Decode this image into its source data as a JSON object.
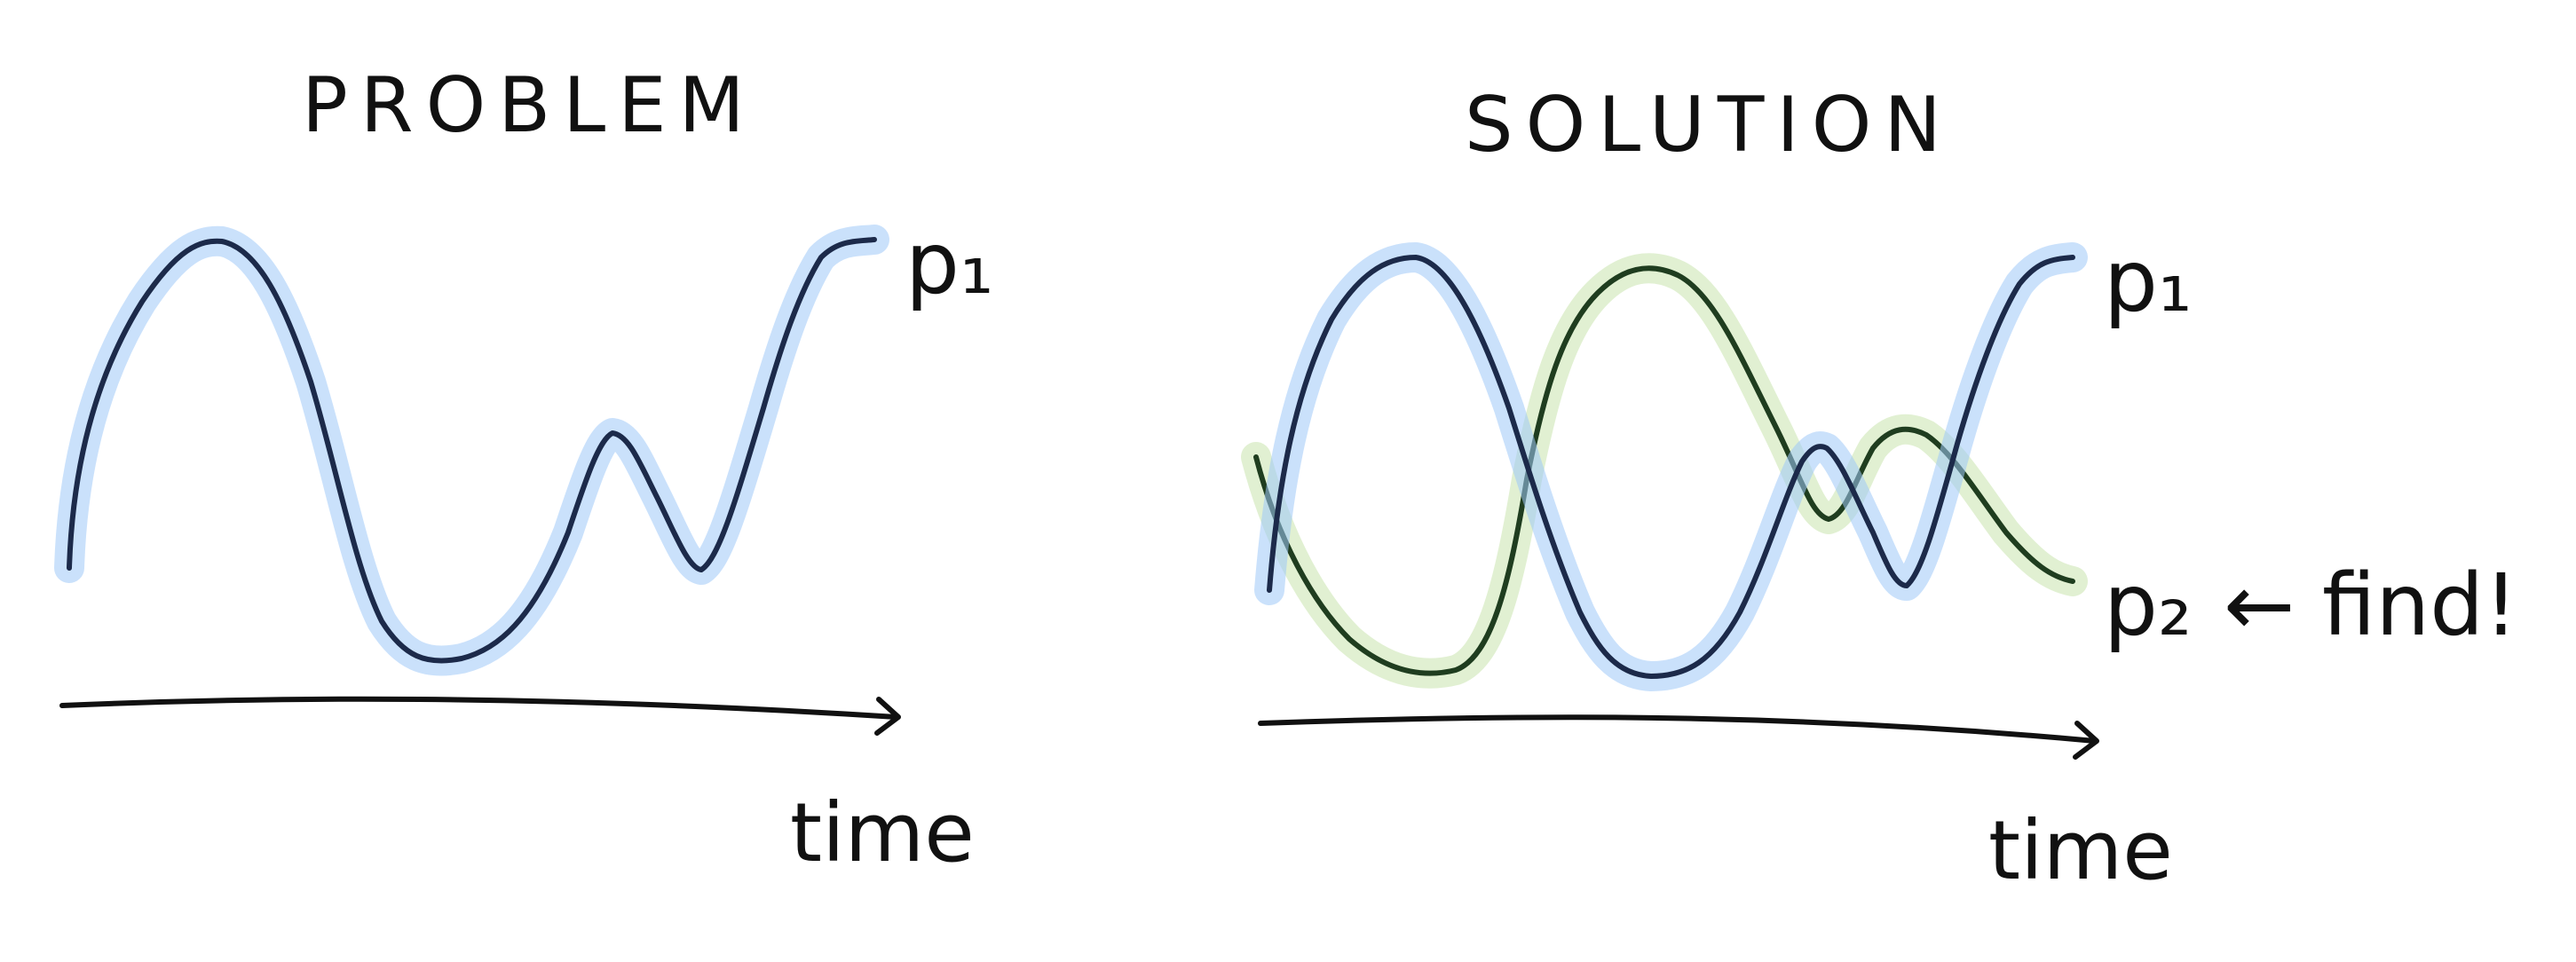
{
  "left_panel": {
    "title": "PROBLEM",
    "axis_label": "time",
    "series_label": "p₁"
  },
  "right_panel": {
    "title": "SOLUTION",
    "axis_label": "time",
    "series_label_1": "p₁",
    "series_label_2": "p₂",
    "annotation": "← find!"
  },
  "colors": {
    "ink": "#111111",
    "p1_line": "#1c2a4a",
    "p1_highlight": "#9ec9f7",
    "p2_line": "#1f3d1f",
    "p2_highlight": "#c9e3ad"
  }
}
